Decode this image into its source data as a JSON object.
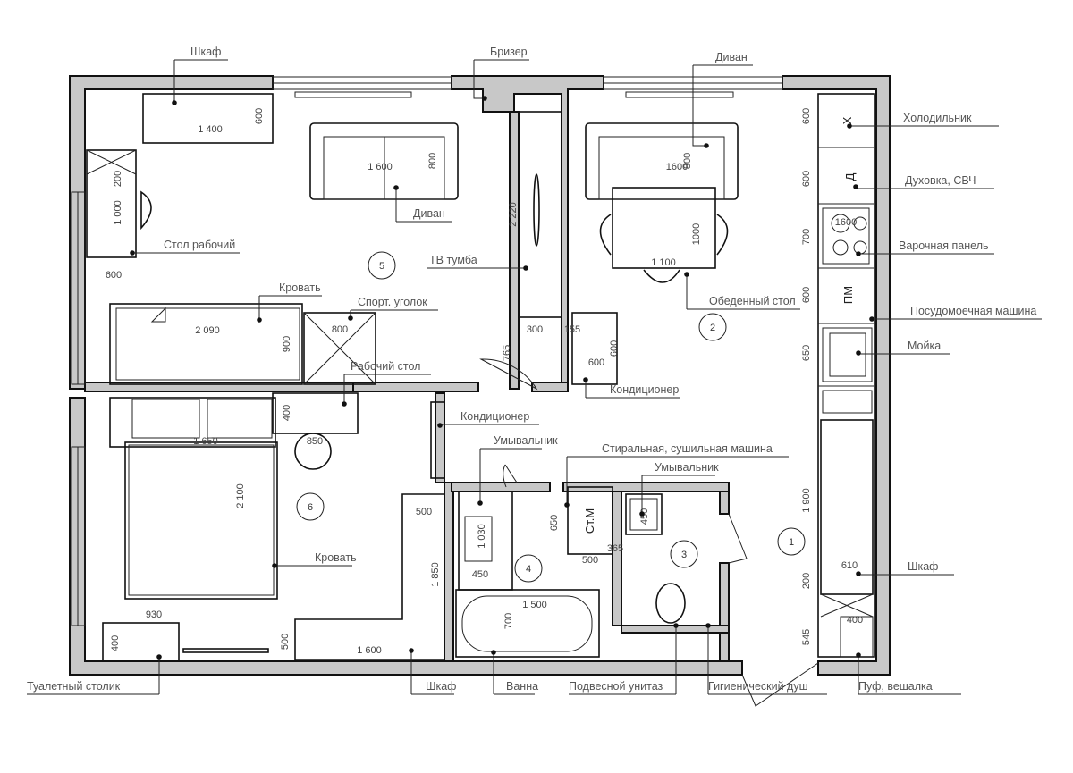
{
  "title": "Планировка квартиры",
  "rooms": [
    "5",
    "2",
    "6",
    "4",
    "3",
    "1"
  ],
  "appliance_marks": {
    "fridge": "Х",
    "oven": "Д",
    "dishwasher": "ПМ",
    "washer": "Ст.М"
  },
  "labels": [
    "Шкаф",
    "Бризер",
    "Диван",
    "Холодильник",
    "Духовка, СВЧ",
    "Варочная панель",
    "Посудомоечная машина",
    "Мойка",
    "Диван",
    "Стол рабочий",
    "ТВ тумба",
    "Кровать",
    "Спорт. уголок",
    "Рабочий стол",
    "Обеденный стол",
    "Кондиционер",
    "Кондиционер",
    "Умывальник",
    "Стиральная, сушильная  машина",
    "Умывальник",
    "Шкаф",
    "Кровать",
    "Туалетный столик",
    "Шкаф",
    "Ванна",
    "Подвесной унитаз",
    "Гигиенический душ",
    "Пуф, вешалка"
  ],
  "dimensions": [
    "1 400",
    "600",
    "1 600",
    "800",
    "200",
    "1 000",
    "600",
    "2 220",
    "1600",
    "800",
    "1000",
    "1 100",
    "600",
    "600",
    "700",
    "600",
    "650",
    "1600",
    "2 090",
    "900",
    "800",
    "765",
    "300",
    "155",
    "600",
    "600",
    "400",
    "1 650",
    "850",
    "2 100",
    "500",
    "1 850",
    "930",
    "400",
    "500",
    "1 600",
    "1 030",
    "450",
    "1 500",
    "700",
    "650",
    "500",
    "365",
    "450",
    "1 900",
    "610",
    "200",
    "400",
    "545"
  ]
}
